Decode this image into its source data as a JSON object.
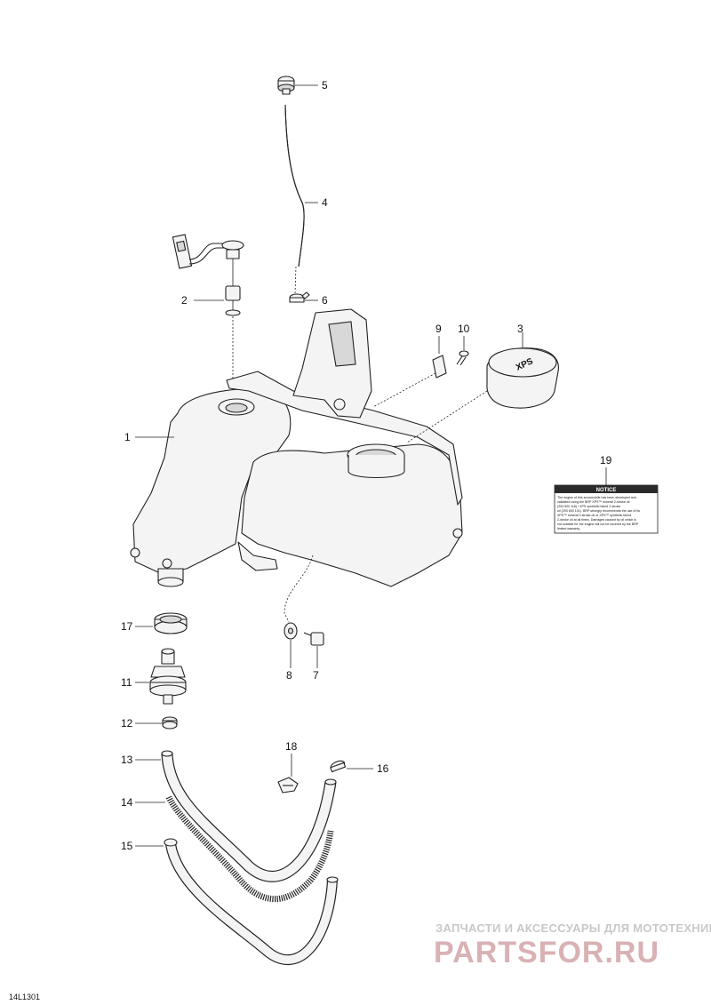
{
  "figure_code": "14L1301",
  "callouts": {
    "c1": "1",
    "c2": "2",
    "c3": "3",
    "c4": "4",
    "c5": "5",
    "c6": "6",
    "c7": "7",
    "c8": "8",
    "c9": "9",
    "c10": "10",
    "c11": "11",
    "c12": "12",
    "c13": "13",
    "c14": "14",
    "c15": "15",
    "c16": "16",
    "c17": "17",
    "c18": "18",
    "c19": "19"
  },
  "cap_logo": "XPS",
  "notice_label": {
    "heading": "NOTICE",
    "lines": [
      "The engine of this snowmobile has been developed and",
      "validated using the BRP XPS™ mineral 2-stroke oil",
      "(293 600 116) / XPS synthetic blend 2-stroke",
      "oil (293 600 101). BRP strongly recommends the use of its",
      "XPS™ mineral 2-stroke oil or XPS™ synthetic blend",
      "2-stroke oil at all times. Damages caused by oil which is",
      "not suitable for the engine will not be covered by the BRP",
      "limited warranty."
    ]
  },
  "watermark": {
    "subtitle": "ЗАПЧАСТИ И АКСЕССУАРЫ ДЛЯ МОТОТЕХНИКИ",
    "brand": "PARTSFOR.RU"
  },
  "colors": {
    "line": "#222222",
    "part_fill": "#f4f4f4",
    "label_header": "#2a2a2a",
    "watermark_brand": "#d9b1b4",
    "watermark_text": "#c8c8c8"
  }
}
